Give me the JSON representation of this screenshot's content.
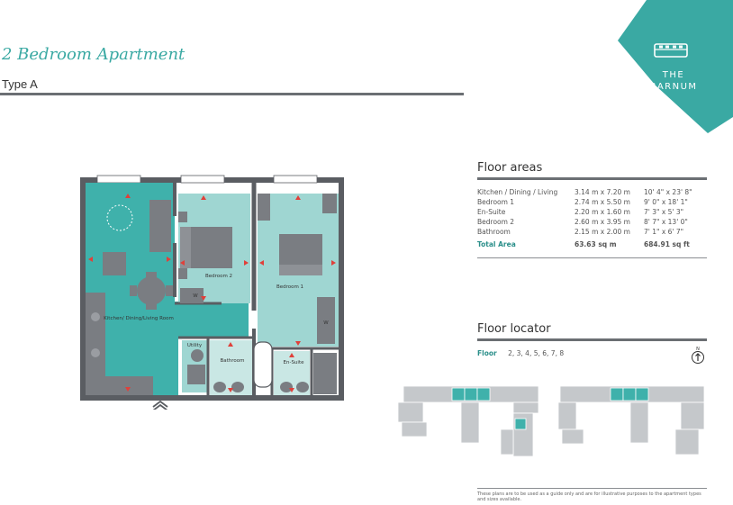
{
  "header": {
    "title": "2 Bedroom Apartment",
    "type": "Type A"
  },
  "logo": {
    "line1": "THE",
    "line2": "BARNUM",
    "icon": "building-icon",
    "color": "#3aa9a3"
  },
  "plan": {
    "rooms": {
      "living": "Kitchen/ Dining/Living Room",
      "bedroom2": "Bedroom 2",
      "bedroom1": "Bedroom 1",
      "utility": "Utility",
      "bathroom": "Bathroom",
      "ensuite": "En-Suite",
      "wardrobe": "W"
    },
    "colors": {
      "teal": "#3fb1ab",
      "light_teal": "#9fd6d2",
      "wall": "#5a5d62",
      "furniture": "#7a7d82",
      "marker": "#e0403a"
    }
  },
  "floor_areas": {
    "title": "Floor areas",
    "rows": [
      {
        "room": "Kitchen / Dining / Living",
        "metric": "3.14 m x 7.20 m",
        "imperial": "10' 4\" x 23' 8\""
      },
      {
        "room": "Bedroom 1",
        "metric": "2.74 m x 5.50 m",
        "imperial": "9' 0\" x 18' 1\""
      },
      {
        "room": "En-Suite",
        "metric": "2.20 m x 1.60 m",
        "imperial": "7' 3\" x 5' 3\""
      },
      {
        "room": "Bedroom 2",
        "metric": "2.60 m x 3.95 m",
        "imperial": "8' 7\" x 13' 0\""
      },
      {
        "room": "Bathroom",
        "metric": "2.15 m x 2.00 m",
        "imperial": "7' 1\" x 6' 7\""
      }
    ],
    "total": {
      "label": "Total Area",
      "metric": "63.63 sq m",
      "imperial": "684.91 sq ft"
    }
  },
  "floor_locator": {
    "title": "Floor locator",
    "floor_label": "Floor",
    "floors": "2, 3, 4, 5, 6, 7, 8",
    "north": "N"
  },
  "disclaimer": "These plans are to be used as a guide only and are for illustrative purposes to the apartment types and sizes available."
}
